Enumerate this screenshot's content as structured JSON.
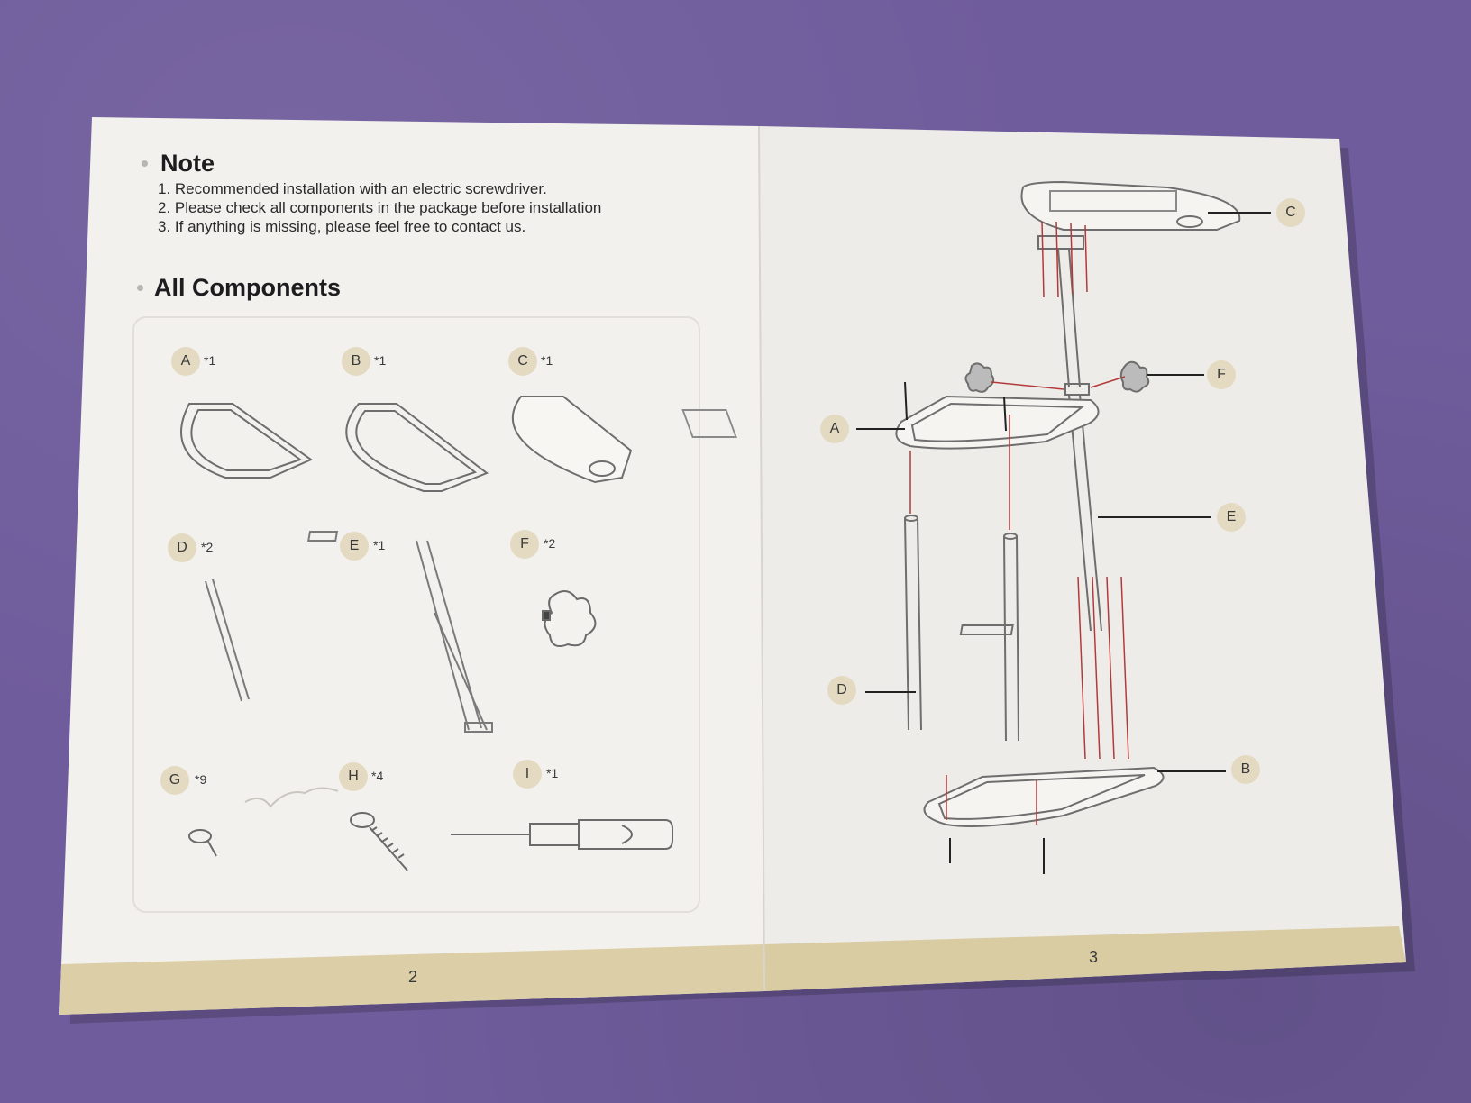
{
  "note": {
    "title": "Note",
    "items": [
      "1. Recommended installation with an electric screwdriver.",
      "2. Please check all components in the package before installation",
      "3. If anything is missing, please feel free to contact us."
    ]
  },
  "components": {
    "title": "All Components",
    "items": [
      {
        "letter": "A",
        "qty": "*1"
      },
      {
        "letter": "B",
        "qty": "*1"
      },
      {
        "letter": "C",
        "qty": "*1"
      },
      {
        "letter": "D",
        "qty": "*2"
      },
      {
        "letter": "E",
        "qty": "*1"
      },
      {
        "letter": "F",
        "qty": "*2"
      },
      {
        "letter": "G",
        "qty": "*9"
      },
      {
        "letter": "H",
        "qty": "*4"
      },
      {
        "letter": "I",
        "qty": "*1"
      }
    ]
  },
  "assembly": {
    "labels": [
      "C",
      "F",
      "A",
      "E",
      "D",
      "B"
    ]
  },
  "pages": {
    "left": "2",
    "right": "3"
  },
  "colors": {
    "background": "#6f5c9c",
    "paper": "#f1efeb",
    "footer_band": "#dccfa8",
    "badge": "#e4dac2",
    "arrow": "#b23a3a"
  }
}
